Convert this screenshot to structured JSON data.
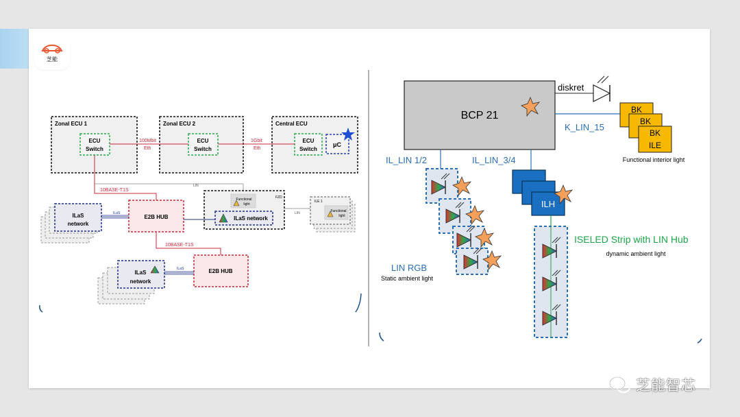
{
  "brand": {
    "logo_text": "芝能",
    "watermark": "芝能智芯"
  },
  "left_diagram": {
    "zonal1": "Zonal ECU 1",
    "zonal2": "Zonal ECU 2",
    "central": "Central ECU",
    "ecu_l1": "ECU",
    "ecu_l2": "Switch",
    "mu_c": "μC",
    "link_100_1": "100Mbit",
    "link_100_2": "Eth",
    "link_1g_1": "1Gbit",
    "link_1g_2": "Eth",
    "lin": "LIN",
    "base_t1s": "10BASE-T1S",
    "base_t1s_2": "10BASE-T1S",
    "e2b_hub": "E2B HUB",
    "ilas": "ILaS",
    "ilas_net_l1": "ILaS",
    "ilas_net_l2": "network",
    "ilas_network": "ILaS network",
    "fzd": "FZD",
    "functional_l1": "Functional",
    "functional_l2": "light",
    "ile1": "ILE 1",
    "lin2": "LIN"
  },
  "right_diagram": {
    "bcp": "BCP 21",
    "diskret": "diskret",
    "k_lin": "K_LIN_15",
    "bk": "BK",
    "ile": "ILE",
    "functional_interior": "Functional interior light",
    "il_lin_12": "IL_LIN 1/2",
    "il_lin_34": "IL_LIN_3/4",
    "ilh": "ILH",
    "lin_rgb": "LIN RGB",
    "static_ambient": "Static ambient light",
    "iseled": "ISELED Strip with LIN Hub",
    "dynamic_ambient": "dynamic ambient light"
  },
  "colors": {
    "blue_text": "#2a6fb5",
    "green_text": "#1ea44a",
    "red_line": "#c8283a",
    "orange_star": "#f5a05a",
    "ilh_blue": "#1a6fc0",
    "bk_yellow": "#f6b800"
  }
}
